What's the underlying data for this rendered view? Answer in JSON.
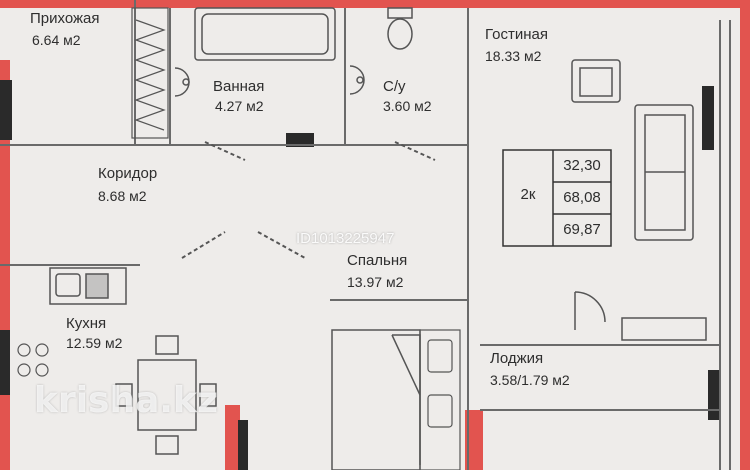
{
  "rooms": {
    "hallway": {
      "name": "Прихожая",
      "area": "6.64",
      "unit": "м2"
    },
    "bathroom": {
      "name": "Ванная",
      "area": "4.27",
      "unit": "м2"
    },
    "wc": {
      "name": "С/у",
      "area": "3.60",
      "unit": "м2"
    },
    "living": {
      "name": "Гостиная",
      "area": "18.33",
      "unit": "м2"
    },
    "corridor": {
      "name": "Коридор",
      "area": "8.68",
      "unit": "м2"
    },
    "bedroom": {
      "name": "Спальня",
      "area": "13.97",
      "unit": "м2"
    },
    "kitchen": {
      "name": "Кухня",
      "area": "12.59",
      "unit": "м2"
    },
    "loggia": {
      "name": "Лоджия",
      "area": "3.58/1.79",
      "unit": "м2"
    }
  },
  "summary": {
    "type": "2к",
    "living_area": "32,30",
    "total_area": "68,08",
    "total_with_loggia": "69,87"
  },
  "watermark": {
    "logo": "krisha.kz",
    "listing_id": "ID1013225947"
  },
  "colors": {
    "wall_red": "#e2544f",
    "wall_dark": "#2a2a2a",
    "floor": "#eeecea",
    "line": "#6a6a6a"
  }
}
